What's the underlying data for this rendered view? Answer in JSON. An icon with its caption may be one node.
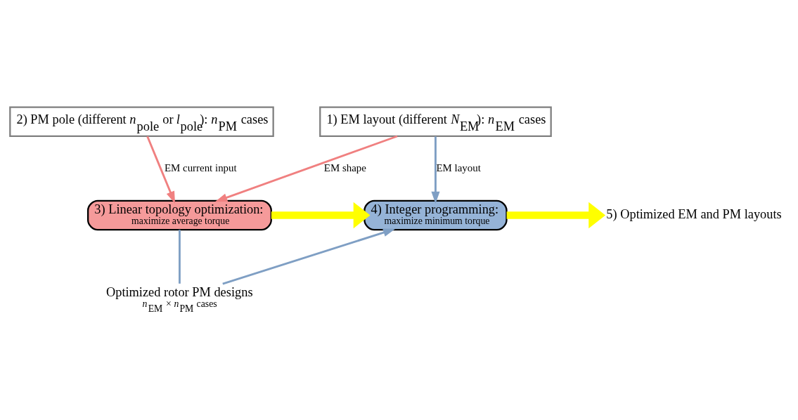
{
  "diagram": {
    "nodes": [
      {
        "text": [
          "2) PM pole (different *n*$_{pole}$ or *l*$_{pole}$): *n*$_{PM}$ cases"
        ]
      },
      {
        "text": [
          "1) EM layout (different *N*$_{EM}$): *n*$_{EM}$ cases"
        ]
      },
      {
        "text": [
          "3) Linear topology optimization:",
          "maximize average torque"
        ]
      },
      {
        "text": [
          "4) Integer programming:",
          "maximize minimum torque"
        ]
      },
      {
        "text": [
          "5) Optimized EM and PM layouts"
        ]
      },
      {
        "text": [
          "Optimized rotor PM designs",
          "*n*$_{EM}$ × *n*$_{PM}$ cases"
        ]
      }
    ],
    "edges": [
      {
        "from": 0,
        "to": 2,
        "arrow": "to",
        "label": "EM current input",
        "color": "#f08080"
      },
      {
        "from": 1,
        "to": 2,
        "arrow": "to",
        "label": "EM shape",
        "color": "#f08080"
      },
      {
        "from": 1,
        "to": 3,
        "arrow": "to",
        "label": "EM layout",
        "color": "#7f9fc4"
      },
      {
        "from": 2,
        "to": 3,
        "arrow": "to",
        "style": "thick",
        "color": "#ffff00"
      },
      {
        "from": 3,
        "to": 4,
        "arrow": "to",
        "style": "thick",
        "color": "#ffff00"
      },
      {
        "from": 2,
        "to": 5,
        "arrow": "none",
        "color": "#7f9fc4"
      },
      {
        "from": 5,
        "to": 3,
        "arrow": "to",
        "color": "#7f9fc4"
      }
    ]
  }
}
